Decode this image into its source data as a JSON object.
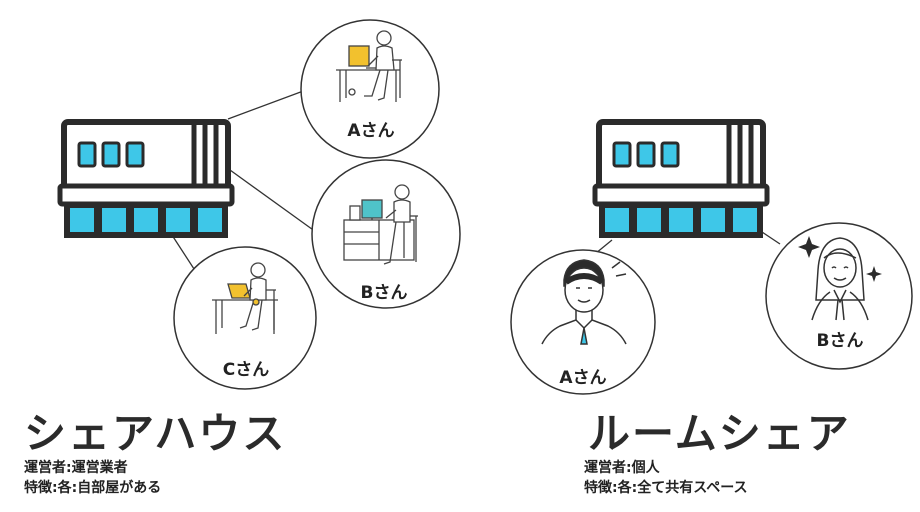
{
  "share_house": {
    "title": "シェアハウス",
    "operator": "運営者:運営業者",
    "feature": "特徴:各:自部屋がある",
    "persons": [
      {
        "label": "Aさん"
      },
      {
        "label": "Bさん"
      },
      {
        "label": "Cさん"
      }
    ]
  },
  "room_share": {
    "title": "ルームシェア",
    "operator": "運営者:個人",
    "feature": "特徴:各:全て共有スペース",
    "persons": [
      {
        "label": "Aさん"
      },
      {
        "label": "Bさん"
      }
    ]
  },
  "colors": {
    "accent": "#3ec7e8",
    "outline": "#2b2b2b",
    "screen": "#4fc3c9",
    "laptop": "#f2c12e"
  }
}
